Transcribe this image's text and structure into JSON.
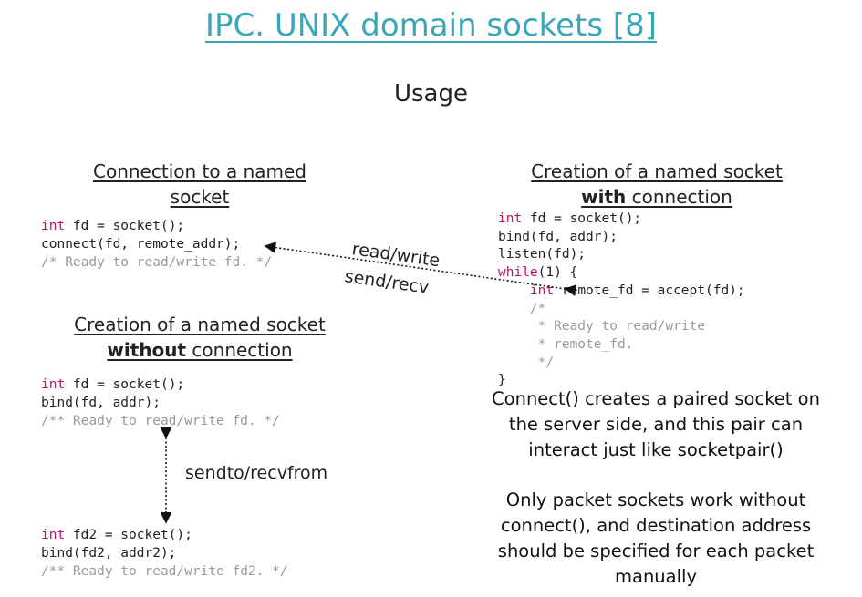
{
  "title": "IPC. UNIX domain sockets [8]",
  "subtitle": "Usage",
  "left_top": {
    "heading_line1": "Connection to a named",
    "heading_line2": "socket",
    "code": {
      "l1_kw": "int",
      "l1_rest": " fd = socket();",
      "l2": "connect(fd, remote_addr);",
      "l3": "/* Ready to read/write fd. */"
    }
  },
  "right_top": {
    "heading_line1": "Creation of a named socket",
    "heading_line2_bold": "with",
    "heading_line2_rest": " connection",
    "code": {
      "l1_kw": "int",
      "l1_rest": " fd = socket();",
      "l2": "bind(fd, addr);",
      "l3": "listen(fd);",
      "l4_kw": "while",
      "l4_rest": "(1) {",
      "l5_indent": "    ",
      "l5_kw": "int",
      "l5_rest": " remote_fd = accept(fd);",
      "l6": "    /*",
      "l7": "     * Ready to read/write",
      "l8": "     * remote_fd.",
      "l9": "     */",
      "l10": "}"
    }
  },
  "left_mid": {
    "heading_line1": "Creation of a named socket",
    "heading_line2_bold": "without",
    "heading_line2_rest": " connection",
    "code": {
      "l1_kw": "int",
      "l1_rest": " fd = socket();",
      "l2": "bind(fd, addr);",
      "l3": "/** Ready to read/write fd. */"
    }
  },
  "left_bottom": {
    "code": {
      "l1_kw": "int",
      "l1_rest": " fd2 = socket();",
      "l2": "bind(fd2, addr2);",
      "l3": "/** Ready to read/write fd2. */"
    }
  },
  "labels": {
    "read_write": "read/write",
    "send_recv": "send/recv",
    "sendto_recvfrom": "sendto/recvfrom"
  },
  "notes": {
    "p1": "Connect() creates a paired socket on the server side, and this pair can interact just like socketpair()",
    "p2": "Only packet sockets work without connect(), and destination address should be specified for each packet manually"
  },
  "colors": {
    "title": "#3aa6b9",
    "keyword": "#b8146b",
    "comment": "#9a9a9a"
  }
}
